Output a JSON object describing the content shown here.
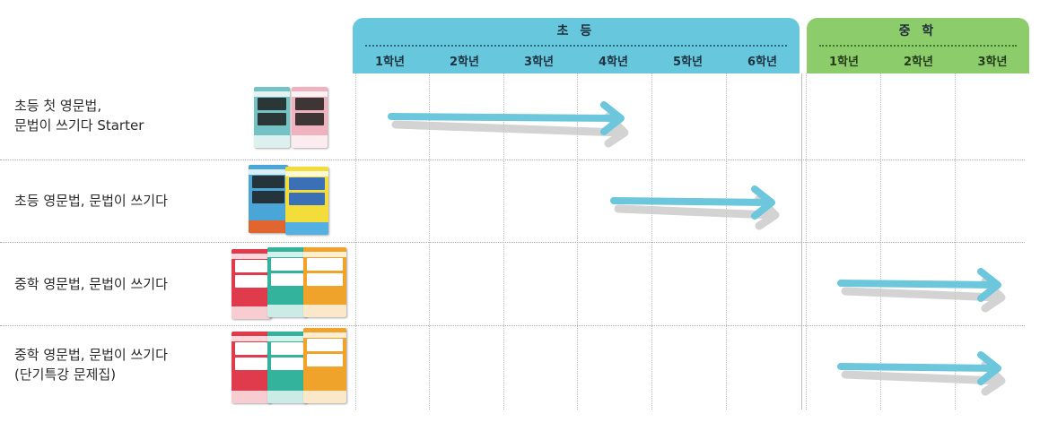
{
  "header": {
    "elementary": {
      "title": "초 등",
      "grades": [
        "1학년",
        "2학년",
        "3학년",
        "4학년",
        "5학년",
        "6학년"
      ]
    },
    "middle": {
      "title": "중 학",
      "grades": [
        "1학년",
        "2학년",
        "3학년"
      ]
    }
  },
  "rows": [
    {
      "label_line1": "초등 첫 영문법,",
      "label_line2": "문법이 쓰기다 Starter",
      "span": "초등 1학년 ~ 4학년"
    },
    {
      "label_line1": "초등 영문법, 문법이 쓰기다",
      "label_line2": "",
      "span": "초등 4학년 ~ 6학년"
    },
    {
      "label_line1": "중학 영문법, 문법이 쓰기다",
      "label_line2": "",
      "span": "중학 1학년 ~ 3학년"
    },
    {
      "label_line1": "중학 영문법, 문법이 쓰기다",
      "label_line2": "(단기특강 문제집)",
      "span": "중학 1학년 ~ 3학년"
    }
  ],
  "colors": {
    "elementary_header": "#67c7dd",
    "middle_header": "#8dcc6a",
    "arrow": "#6cc6dc",
    "arrow_shadow": "#c8c8c8",
    "book_teal": "#74c2c4",
    "book_pink": "#f1b2bf",
    "book_blue": "#4aa6d6",
    "book_yellow": "#f3dd3a",
    "book_red": "#e03a4d",
    "book_green": "#33b39c",
    "book_orange": "#f0a32a"
  }
}
